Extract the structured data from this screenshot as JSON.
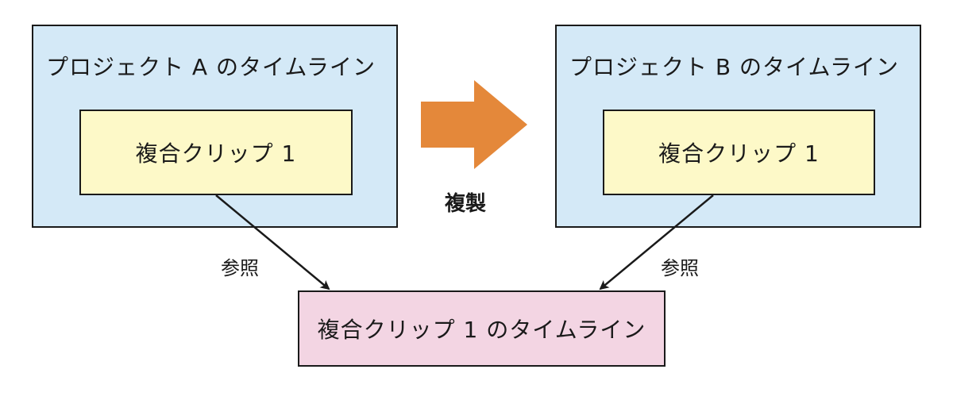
{
  "project_a": {
    "title": "プロジェクト A のタイムライン",
    "clip_label": "複合クリップ 1"
  },
  "project_b": {
    "title": "プロジェクト B のタイムライン",
    "clip_label": "複合クリップ 1"
  },
  "copy_arrow": {
    "label": "複製",
    "color": "#e4883a"
  },
  "reference_left": {
    "label": "参照"
  },
  "reference_right": {
    "label": "参照"
  },
  "compound_timeline": {
    "label": "複合クリップ 1 のタイムライン"
  },
  "colors": {
    "project_fill": "#d4e9f7",
    "clip_fill": "#fdf9c8",
    "timeline_fill": "#f3d5e3",
    "border": "#1a1a1a"
  }
}
